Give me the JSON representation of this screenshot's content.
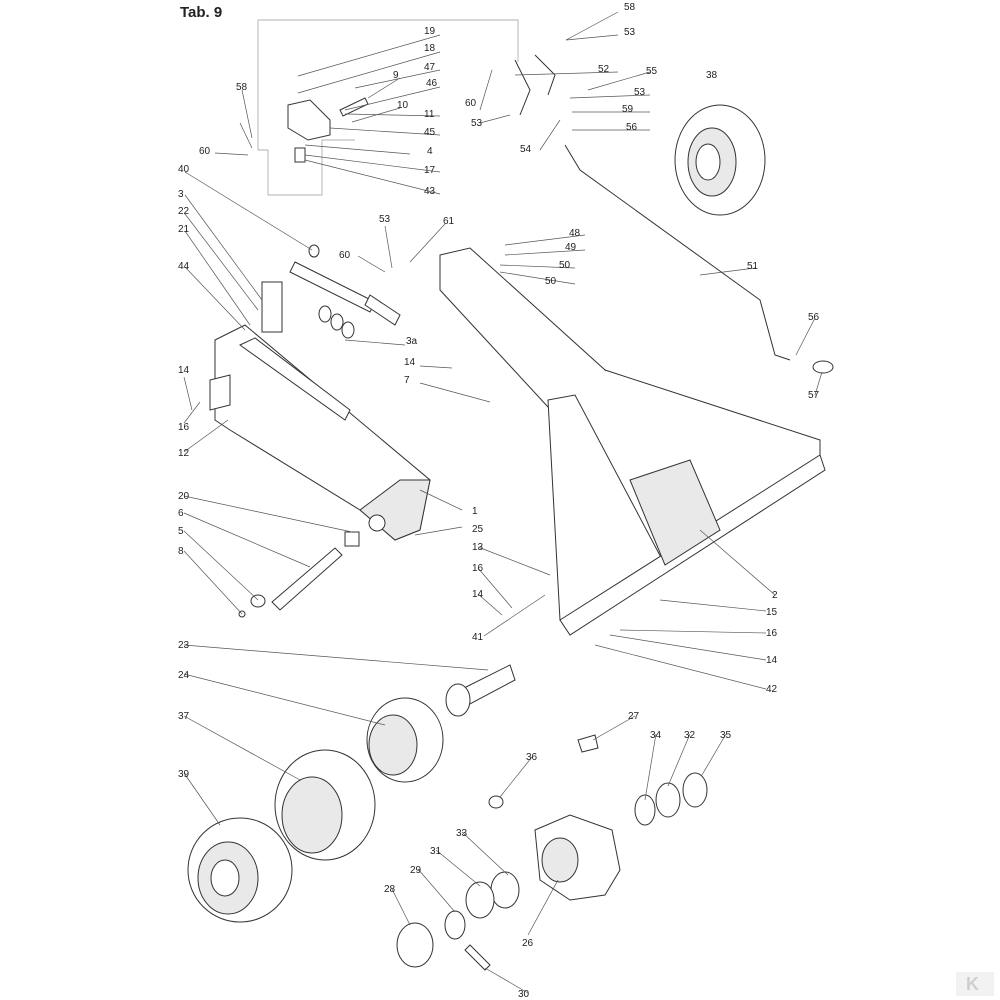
{
  "title": "Tab. 9",
  "labels": [
    "58",
    "53",
    "19",
    "18",
    "47",
    "9",
    "46",
    "52",
    "55",
    "38",
    "58",
    "53",
    "10",
    "11",
    "45",
    "4",
    "17",
    "43",
    "60",
    "53",
    "59",
    "56",
    "54",
    "60",
    "40",
    "3",
    "22",
    "21",
    "44",
    "53",
    "61",
    "60",
    "48",
    "49",
    "50",
    "50",
    "51",
    "56",
    "57",
    "3a",
    "14",
    "7",
    "14",
    "16",
    "12",
    "1",
    "25",
    "20",
    "6",
    "5",
    "8",
    "13",
    "16",
    "14",
    "41",
    "2",
    "15",
    "16",
    "14",
    "42",
    "23",
    "24",
    "37",
    "27",
    "34",
    "32",
    "35",
    "36",
    "39",
    "33",
    "31",
    "29",
    "28",
    "26",
    "30"
  ],
  "logo": "K"
}
